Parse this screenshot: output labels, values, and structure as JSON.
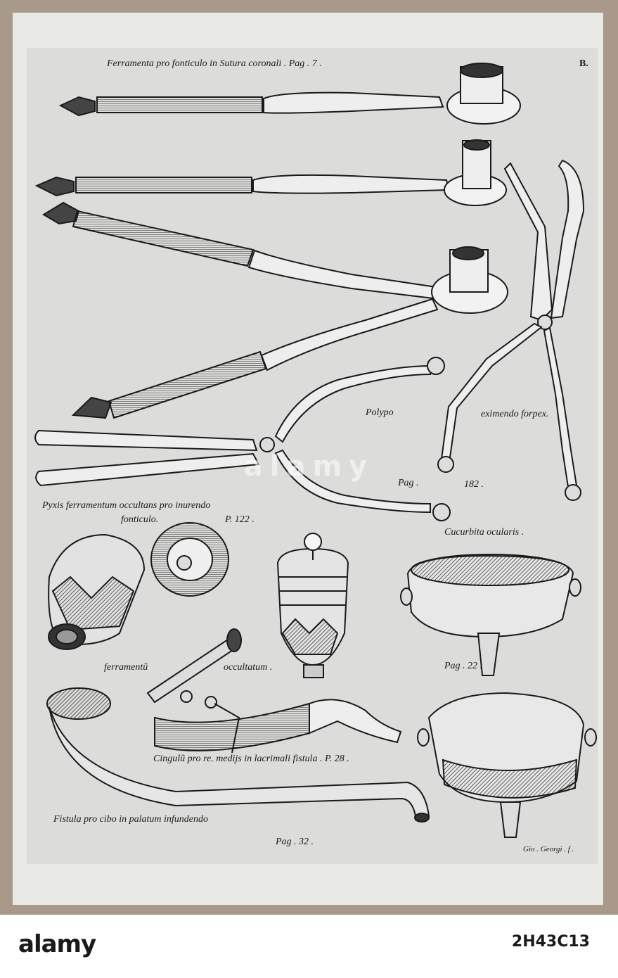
{
  "captions": {
    "title": "Ferramenta pro fonticulo in Sutura coronali . Pag . 7 .",
    "letter": "B.",
    "polypo": "Polypo",
    "eximendo": "eximendo forpex.",
    "pag182_a": "Pag .",
    "pag182_b": "182 .",
    "pyxis1": "Pyxis ferramentum occultans pro inurendo",
    "pyxis2": "fonticulo.",
    "p122": "P. 122 .",
    "cucurbita": "Cucurbita ocularis .",
    "ferramentu": "ferramentũ",
    "occultatum": "occultatum .",
    "pag22": "Pag .          22 .",
    "cingulu": "Cingulũ pro re. medijs in lacrimali fistula . P. 28 .",
    "fistula": "Fistula pro cibo in palatum infundendo",
    "pag32": "Pag . 32 .",
    "signature": "Gio . Georgi . f ."
  },
  "watermark": "alamy",
  "footer": {
    "logo": "alamy",
    "stock_id": "2H43C13"
  },
  "colors": {
    "mount": "#a8998a",
    "paper": "#e9e9e6",
    "engraving_bg": "#dcdcda",
    "ink": "#1a1a1a"
  }
}
